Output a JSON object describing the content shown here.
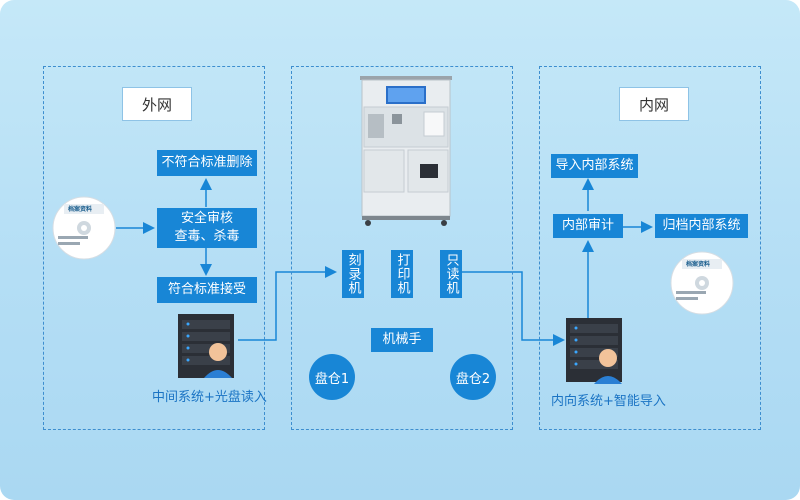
{
  "external": {
    "title": "外网",
    "nonconform_delete": "不符合标准删除",
    "security_audit_line1": "安全审核",
    "security_audit_line2": "查毒、杀毒",
    "conform_accept": "符合标准接受",
    "server_caption": "中间系统+光盘读入",
    "disc_label": "档案资料"
  },
  "middle": {
    "burner": "刻录机",
    "printer": "打印机",
    "reader": "只读机",
    "robot_arm": "机械手",
    "bin1": "盘仓1",
    "bin2": "盘仓2"
  },
  "internal": {
    "title": "内网",
    "import_system": "导入内部系统",
    "internal_audit": "内部审计",
    "archive_system": "归档内部系统",
    "server_caption": "内向系统+智能导入",
    "disc_label": "档案资料"
  },
  "colors": {
    "accent": "#1886d6",
    "caption": "#1b74c4",
    "background": "#b4def5"
  }
}
